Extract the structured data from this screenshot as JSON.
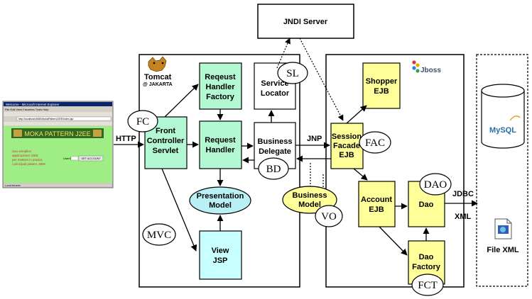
{
  "jndi_server": "JNDI Server",
  "tomcat": {
    "logo_text": "Tomcat",
    "logo_sub": "@ JAKARTA"
  },
  "jboss": {
    "logo_text": "Jboss"
  },
  "browser": {
    "title": "Welcome - Microsoft Internet Explorer",
    "menu": "File  Edit  View  Favorites  Tools  Help",
    "address": "http://localhost:8080/MokaPatternJ2EE/index.jsp",
    "banner": "MOKA PATTERN J2EE",
    "body_lines": [
      "Uso semplice",
      "applicazione J2EE",
      "per mettere in pratica",
      "i principali pattern J2EE"
    ],
    "field_label": "UserID",
    "button": "GET ACCOUNT",
    "status": "Local intranet"
  },
  "boxes": {
    "fcs": [
      "Front",
      "Controller",
      "Servlet"
    ],
    "rhf": [
      "Reqeust",
      "Handler",
      "Factory"
    ],
    "rh": [
      "Request",
      "Handler"
    ],
    "sl": [
      "Service",
      "Locator"
    ],
    "bd": [
      "Business",
      "Delegate"
    ],
    "view": [
      "View",
      "JSP"
    ],
    "shopper": [
      "Shopper",
      "EJB"
    ],
    "sf": [
      "Session",
      "Facade",
      "EJB"
    ],
    "account": [
      "Account",
      "EJB"
    ],
    "dao": [
      "Dao"
    ],
    "daof": [
      "Dao",
      "Factory"
    ]
  },
  "ellipses": {
    "pm": [
      "Presentation",
      "Model"
    ],
    "bm": [
      "Business",
      "Model"
    ]
  },
  "tags": {
    "fc": "FC",
    "sl": "SL",
    "bd": "BD",
    "mvc": "MVC",
    "fac": "FAC",
    "vo": "VO",
    "dao": "DAO",
    "fct": "FCT"
  },
  "arrows": {
    "http": "HTTP",
    "jnp": "JNP",
    "jdbc": "JDBC",
    "xml": "XML"
  },
  "mysql": "MySQL",
  "file_xml": "File XML",
  "colors": {
    "green": "#b3f7d3",
    "cyan": "#c8ffff",
    "yellow": "#ffff99",
    "ellipse_cyan": "#b9f0f5"
  }
}
